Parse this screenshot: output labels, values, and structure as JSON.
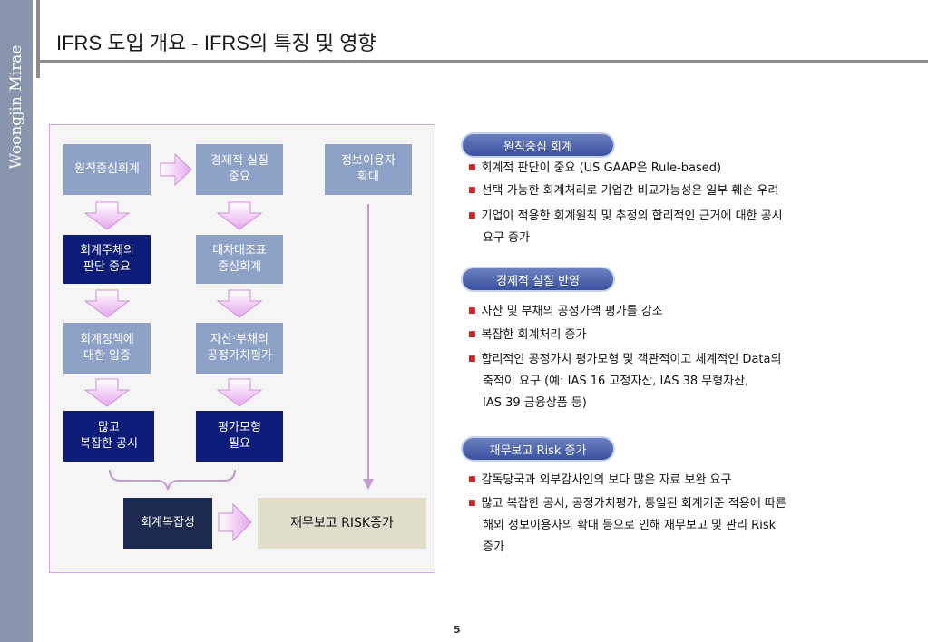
{
  "brand": "Woongjin Mirae",
  "title": "IFRS 도입 개요 - IFRS의 특징 및 영향",
  "diagram": {
    "col1": [
      "원칙중심회계",
      "회계주체의\n판단 중요",
      "회계정책에\n대한 입증",
      "많고\n복잡한 공시"
    ],
    "col2": [
      "경제적 실질\n중요",
      "대차대조표\n중심회계",
      "자산·부채의\n공정가치평가",
      "평가모형\n필요"
    ],
    "col3": "정보이용자\n확대",
    "bottom_left": "회계복잡성",
    "bottom_right": "재무보고 RISK증가"
  },
  "sections": [
    {
      "header": "원칙중심 회계",
      "bullets": [
        [
          "회계적 판단이 중요 (US GAAP은 Rule-based)"
        ],
        [
          "선택 가능한 회계처리로 기업간 비교가능성은 일부 훼손 우려"
        ],
        [
          "기업이 적용한 회계원칙 및 추정의 합리적인 근거에 대한 공시",
          "요구 증가"
        ]
      ]
    },
    {
      "header": "경제적 실질 반영",
      "bullets": [
        [
          "자산 및 부채의 공정가액 평가를 강조"
        ],
        [
          "복잡한 회계처리 증가"
        ],
        [
          "합리적인 공정가치 평가모형 및 객관적이고 체계적인 Data의",
          "축적이 요구  (예: IAS 16 고정자산, IAS 38 무형자산,",
          "IAS 39 금융상품 등)"
        ]
      ]
    },
    {
      "header": "재무보고 Risk 증가",
      "bullets": [
        [
          "감독당국과 외부감사인의 보다 많은 자료 보완 요구"
        ],
        [
          "많고 복잡한 공시, 공정가치평가, 통일된 회계기준 적용에 따른",
          "해외 정보이용자의 확대 등으로 인해 재무보고 및 관리 Risk",
          "증가"
        ]
      ]
    }
  ],
  "page_number": "5"
}
